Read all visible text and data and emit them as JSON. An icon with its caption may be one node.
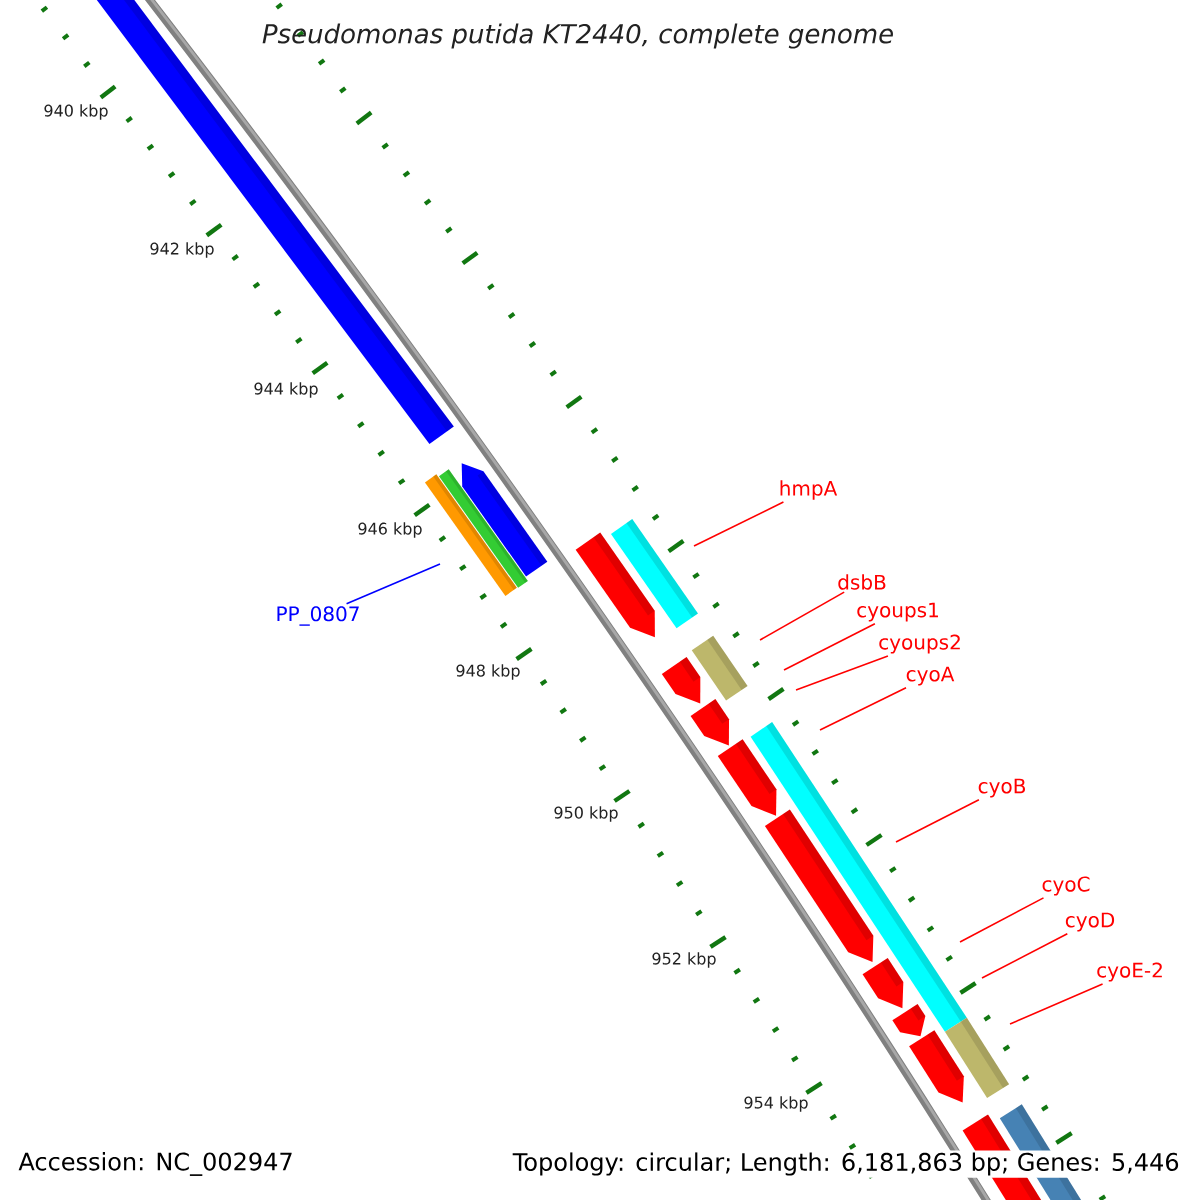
{
  "diagram": {
    "title": "Pseudomonas putida KT2440, complete genome",
    "nodes": [
      {
        "text": [
          "hmpA"
        ]
      },
      {
        "text": [
          "dsbB"
        ]
      },
      {
        "text": [
          "PP_0807"
        ]
      },
      {
        "text": [
          "cyoups1"
        ]
      },
      {
        "text": [
          "cyoups2"
        ]
      },
      {
        "text": [
          "cyoA"
        ]
      },
      {
        "text": [
          "cyoB"
        ]
      },
      {
        "text": [
          "cyoC"
        ]
      },
      {
        "text": [
          "cyoD"
        ]
      },
      {
        "text": [
          "cyoE-2"
        ]
      }
    ],
    "edges": [
      {
        "from": 0,
        "to": null,
        "arrow": "none"
      },
      {
        "from": 1,
        "to": null,
        "arrow": "none"
      },
      {
        "from": 2,
        "to": null,
        "arrow": "none",
        "color": "#0000ff"
      },
      {
        "from": 3,
        "to": null,
        "arrow": "none"
      },
      {
        "from": 4,
        "to": null,
        "arrow": "none"
      },
      {
        "from": 5,
        "to": null,
        "arrow": "none"
      },
      {
        "from": 6,
        "to": null,
        "arrow": "none"
      },
      {
        "from": 7,
        "to": null,
        "arrow": "none"
      },
      {
        "from": 8,
        "to": null,
        "arrow": "none"
      },
      {
        "from": 9,
        "to": null,
        "arrow": "none"
      }
    ],
    "labels": [
      "940 kbp",
      "942 kbp",
      "944 kbp",
      "946 kbp",
      "948 kbp",
      "950 kbp",
      "952 kbp",
      "954 kbp",
      "Accession: NC_002947",
      "Topology: circular; Length: 6,181,863 bp; Genes: 5,446"
    ]
  }
}
